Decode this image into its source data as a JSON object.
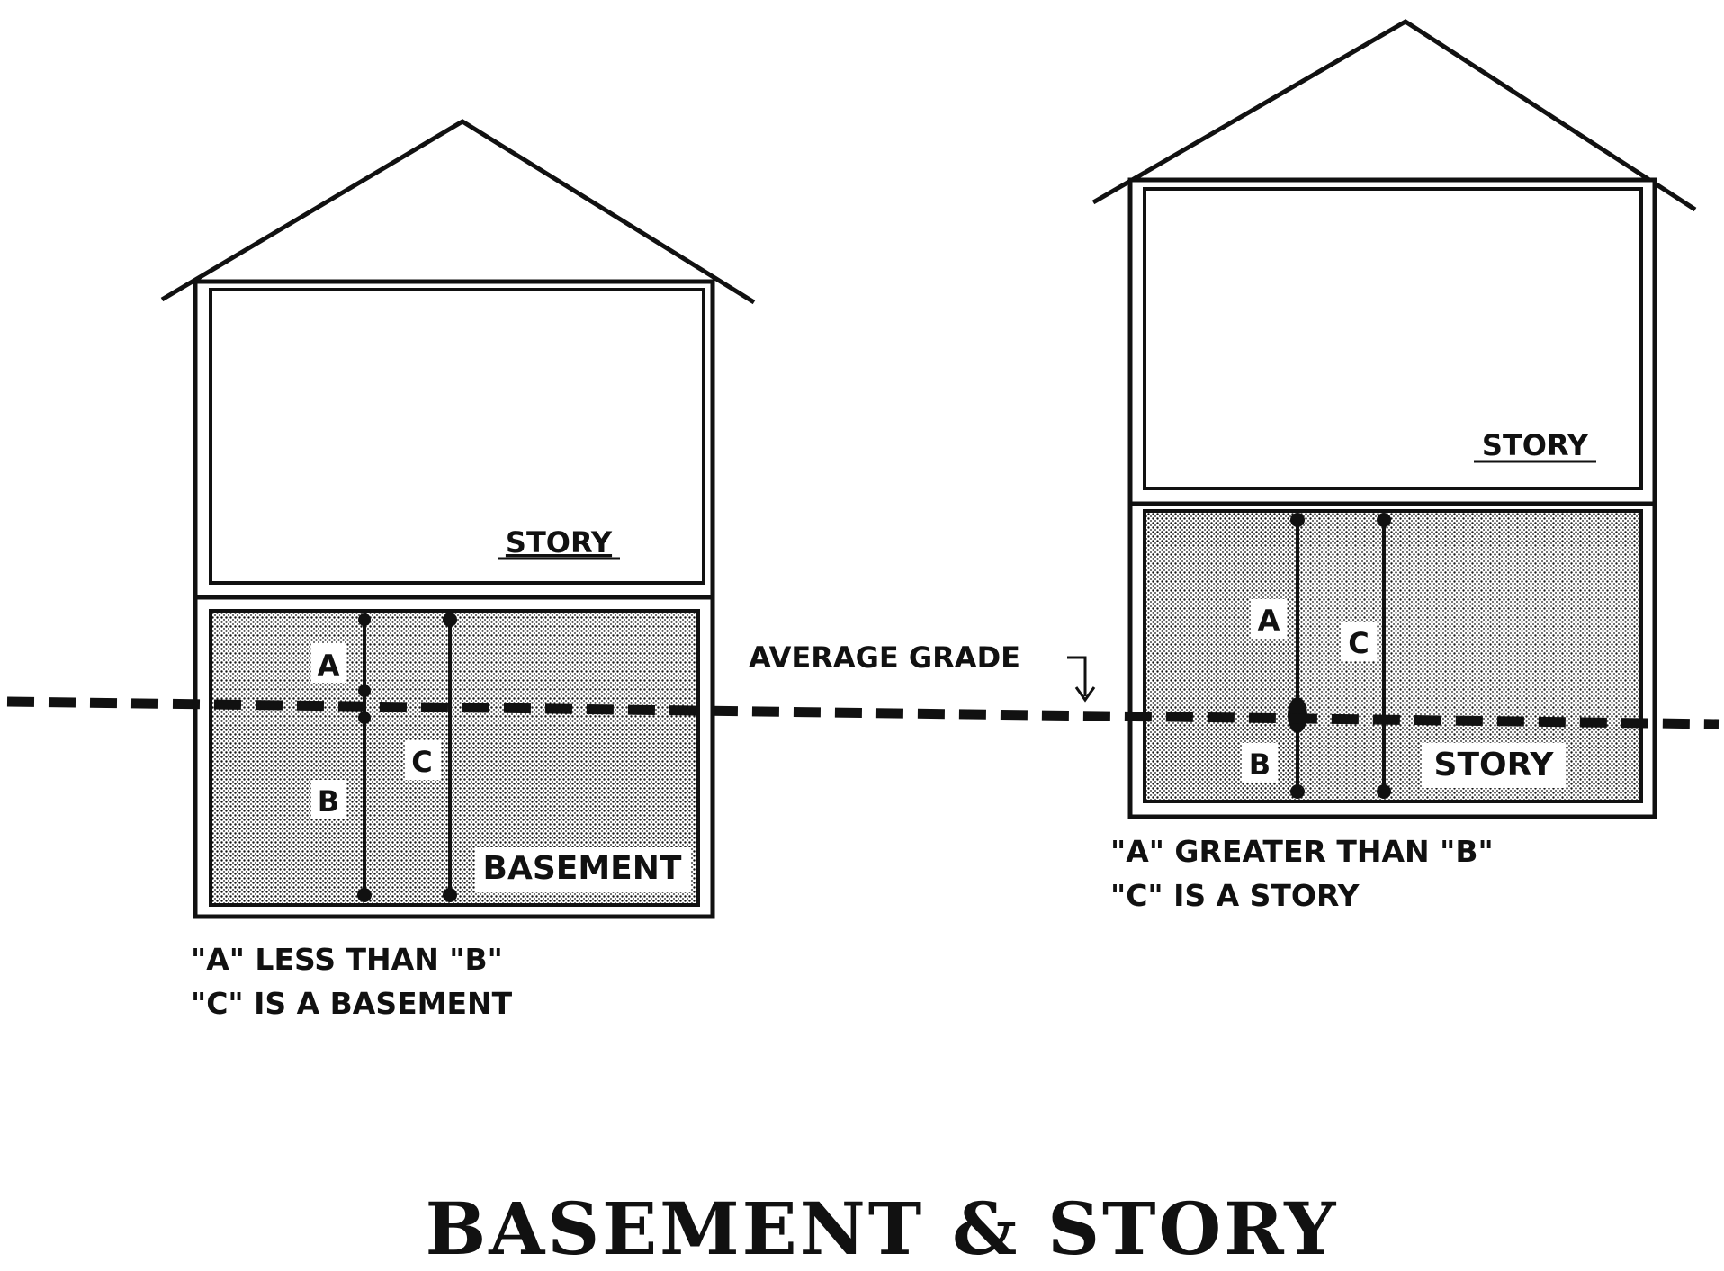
{
  "title": "BASEMENT & STORY",
  "labels": {
    "average_grade": "AVERAGE GRADE",
    "dim_a": "A",
    "dim_b": "B",
    "dim_c": "C"
  },
  "left_house": {
    "upper_label": "STORY",
    "lower_label": "BASEMENT",
    "caption_line1": "\"A\" LESS THAN \"B\"",
    "caption_line2": "\"C\" IS A BASEMENT"
  },
  "right_house": {
    "upper_label": "STORY",
    "lower_label": "STORY",
    "caption_line1": "\"A\" GREATER THAN \"B\"",
    "caption_line2": "\"C\" IS A STORY"
  },
  "colors": {
    "ink": "#111111",
    "paper": "#ffffff"
  }
}
